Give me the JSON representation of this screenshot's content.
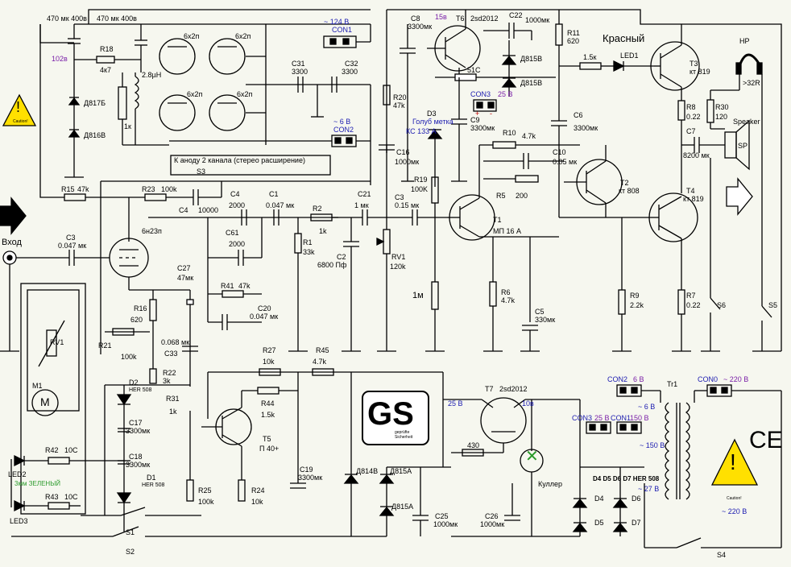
{
  "top": {
    "cap_a": "470 мк 400в",
    "cap_b": "470 мк 400в",
    "v_102": "102в",
    "r18": "R18",
    "r18_val": "4к7",
    "d817": "Д817Б",
    "d816": "Д816В",
    "induct": "2.8µН",
    "r_1k": "1к",
    "tube": "6х2п",
    "con1": "CON1",
    "con1_v": "~ 124 В",
    "con2": "CON2",
    "con2_v": "~ 6 В",
    "c31": "C31",
    "c31_v": "3300",
    "c32": "C32",
    "c32_v": "3300",
    "anode_note": "К аноду 2 канала     (стерео расширение)",
    "s3": "S3"
  },
  "power_amp": {
    "c8": "C8",
    "c8_v": "3300мк",
    "v15": "15в",
    "t6": "T6",
    "t6_type": "2sd2012",
    "c22": "C22",
    "c22_v": "1000мк",
    "r11": "R11",
    "r11_v": "620",
    "krasny": "Красный",
    "hp": "HP",
    "led1": "LED1",
    "r_1k5": "1.5к",
    "t3": "T3",
    "t3_type": "кт 819",
    "d815_1": "Д815В",
    "d815_2": "Д815В",
    "r_51": "51С",
    "con3": "CON3",
    "v25": "25 В",
    "r20": "R20",
    "r20_v": "47k",
    "d3": "D3",
    "d3_note": "Голуб метка",
    "ks": "КС 133 А",
    "c9": "C9",
    "c9_v": "3300мк",
    "r10": "R10",
    "r10_v": "4.7k",
    "c6": "C6",
    "c6_v": "3300мк",
    "r8": "R8",
    "r8_v": "0.22",
    "r30": "R30",
    "r30_v": "120",
    "c7": "C7",
    "c7_v": "8200 мк",
    "speaker": "Speaker",
    "sp": "SP",
    "hp_r": ">32R",
    "c16": "C16",
    "c16_v": "1000мк",
    "c10": "C10",
    "c10_v": "0.05 мк",
    "t2": "T2",
    "t2_type": "кт 808",
    "r19": "R19",
    "r19_v": "100K",
    "r5": "R5",
    "r5_v": "200",
    "t4": "T4",
    "t4_type": "кт 819",
    "t1": "T1",
    "t1_type": "МП 16 А",
    "r6": "R6",
    "r6_v": "4.7k",
    "c5": "C5",
    "c5_v": "330мк",
    "r9": "R9",
    "r9_v": "2.2k",
    "r7": "R7",
    "r7_v": "0.22",
    "s6": "S6",
    "s5": "S5",
    "one_m": "1м"
  },
  "preamp": {
    "r15": "R15",
    "r15_v": "47k",
    "r23": "R23",
    "r23_v": "100k",
    "c4a": "C4",
    "c4a_v": "10000",
    "c4": "C4",
    "c4_v": "2000",
    "c1": "C1",
    "c1_v": "0.047 мк",
    "c21": "C21",
    "c21_v": "1 мк",
    "r2": "R2",
    "r2_v": "1k",
    "c3b": "C3",
    "c3b_v": "0.15 мк",
    "tube2": "6н23п",
    "vhod": "Вход",
    "c3": "C3",
    "c3_v": "0.047 мк",
    "c61": "C61",
    "c61_v": "2000",
    "r1": "R1",
    "r1_v": "33k",
    "c2": "C2",
    "c2_v": "6800 Пф",
    "rv1": "RV1",
    "rv1_v": "120k",
    "c27": "C27",
    "c27_v": "47мк",
    "r41": "R41",
    "r41_v": "47k",
    "r16": "R16",
    "r16_v": "620",
    "c20": "C20",
    "c20_v": "0.047 мк",
    "r21": "R21",
    "r21_v": "100k",
    "c33": "C33",
    "c33_v": "0.068 мк",
    "r22": "R22",
    "r22_v": "3k",
    "rv1b": "RV1",
    "m1": "M1",
    "motor": "M"
  },
  "lower": {
    "r27": "R27",
    "r27_v": "10k",
    "r45": "R45",
    "r45_v": "4.7k",
    "d2": "D2",
    "her_a": "HER 508",
    "r31": "R31",
    "r31_v": "1k",
    "r44": "R44",
    "r44_v": "1.5k",
    "t5": "T5",
    "t5_type": "П 40+",
    "c17": "C17",
    "c17_v": "3300мк",
    "c18": "C18",
    "c18_v": "3300мк",
    "d1": "D1",
    "her_b": "HER 508",
    "r42": "R42",
    "r42_v": "10C",
    "r43": "R43",
    "r43_v": "10C",
    "led2": "LED2",
    "led_green": "3мм ЗЕЛЕНЫЙ",
    "led3": "LED3",
    "s1": "S1",
    "s2": "S2",
    "c19": "C19",
    "c19_v": "3300мк",
    "r25": "R25",
    "r25_v": "100k",
    "r24": "R24",
    "r24_v": "10k",
    "d814": "Д814В",
    "d815a": "Д815А",
    "d815b": "Д815А",
    "c25": "C25",
    "c25_v": "1000мк",
    "t7": "T7",
    "t7_type": "2sd2012",
    "v25b": "25 В",
    "v10": "10в",
    "r_430": "430",
    "cooler": "Куллер",
    "c26": "C26",
    "c26_v": "1000мк",
    "gs": "GS",
    "gs_sub": "geprüfte Sicherheit"
  },
  "psu": {
    "con2b": "CON2",
    "v6": "6 В",
    "con0": "CON0",
    "v220": "~ 220 В",
    "tr1": "Tr1",
    "v_6": "~ 6 В",
    "con3b": "CON3",
    "v25c": "25 В",
    "con1b": "CON1",
    "v150": "150 В",
    "v_150": "~ 150 В",
    "diodes": "D4 D5 D6 D7 HER 508",
    "v_27": "~ 27 В",
    "d4": "D4",
    "d5": "D5",
    "d6": "D6",
    "d7": "D7",
    "v220b": "~ 220 В",
    "s4": "S4",
    "ce": "CE",
    "caution": "Caution!"
  }
}
